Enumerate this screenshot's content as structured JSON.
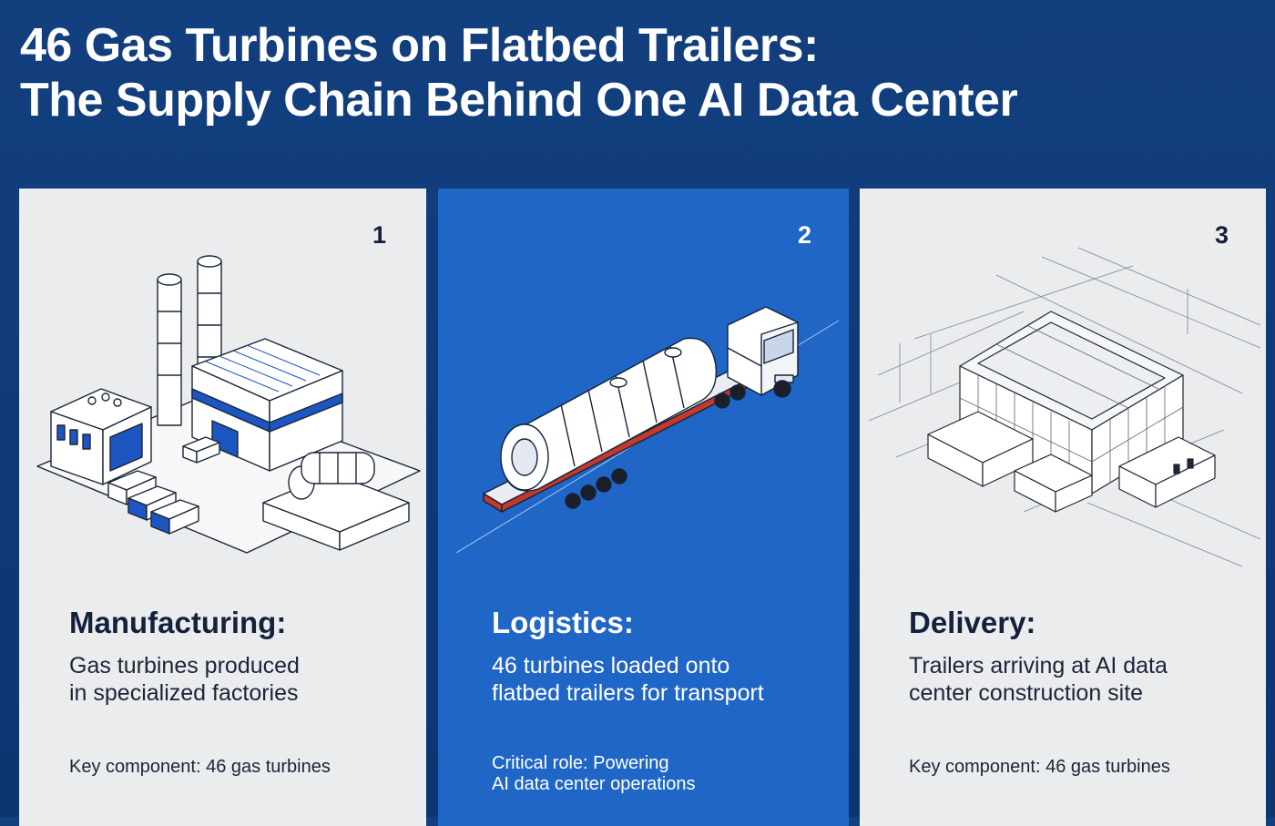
{
  "title": {
    "line1": "46 Gas Turbines on Flatbed Trailers:",
    "line2": "The Supply Chain Behind One AI Data Center"
  },
  "panels": [
    {
      "number": "1",
      "heading": "Manufacturing:",
      "description": [
        "Gas turbines produced",
        "in specialized factories"
      ],
      "footer": [
        "Key component: 46 gas turbines"
      ],
      "illustration": "factory-icon"
    },
    {
      "number": "2",
      "heading": "Logistics:",
      "description": [
        "46 turbines loaded onto",
        "flatbed trailers for transport"
      ],
      "footer": [
        "Critical role: Powering",
        "AI data center operations"
      ],
      "illustration": "truck-icon"
    },
    {
      "number": "3",
      "heading": "Delivery:",
      "description": [
        "Trailers arriving at AI data",
        "center construction site"
      ],
      "footer": [
        "Key component: 46 gas turbines"
      ],
      "illustration": "data-center-icon"
    }
  ],
  "colors": {
    "background": "#123f7e",
    "panel_light": "#ebeced",
    "panel_blue": "#1f66c6",
    "text_dark": "#14213d",
    "accent_blue": "#1d56c0"
  }
}
